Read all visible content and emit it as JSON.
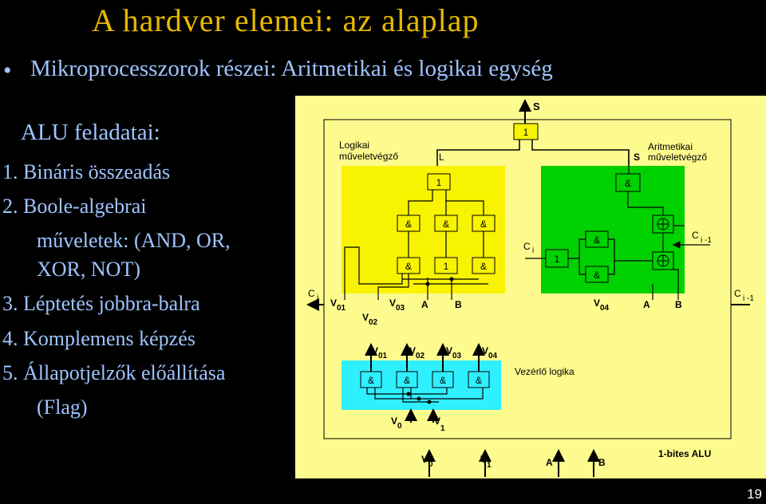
{
  "slide": {
    "title": "A hardver elemei: az alaplap",
    "bullet_symbol": "•",
    "bullet": "Mikroprocesszorok részei: Aritmetikai és logikai egység",
    "alu_heading": "ALU feladatai:",
    "items": [
      "1.  Bináris összeadás",
      "2.  Boole-algebrai",
      "műveletek: (AND, OR,",
      "XOR, NOT)",
      "3.  Léptetés jobbra-balra",
      "4.  Komplemens képzés",
      "5.  Állapotjelzők előállítása",
      "(Flag)"
    ],
    "page_number": "19"
  },
  "diagram": {
    "colors": {
      "background": "#fdfb8e",
      "logic_block": "#f8f300",
      "arith_block": "#00d100",
      "control_block": "#2ff0ff"
    },
    "out_s": "S",
    "or_top": "1",
    "logic_label_1": "Logikai",
    "logic_label_2": "műveletvégző",
    "arith_label_1": "Aritmetikai",
    "arith_label_2": "műveletvégző",
    "control_label": "Vezérlő logika",
    "and": "&",
    "or": "1",
    "xor": "⊕",
    "L": "L",
    "S": "S",
    "ci": "C",
    "ci_sub": "i",
    "cim1": "C",
    "cim1_sub": "i -1",
    "v": "V",
    "v01": "01",
    "v02": "02",
    "v03": "03",
    "v04": "04",
    "v0": "0",
    "v1": "1",
    "A": "A",
    "B": "B",
    "footer": "1-bites ALU"
  }
}
